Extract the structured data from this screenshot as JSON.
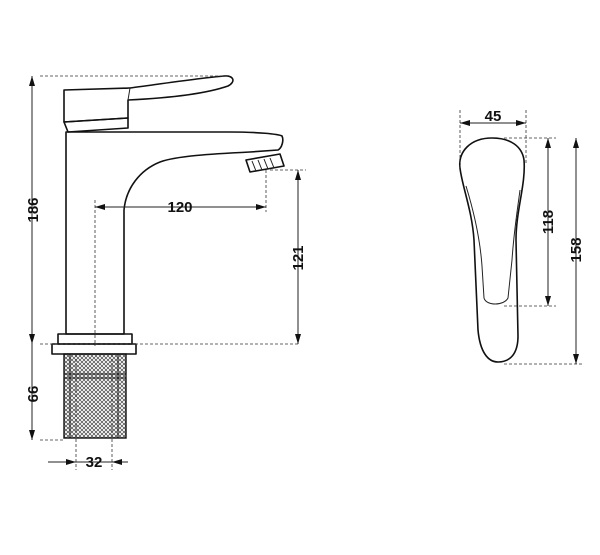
{
  "drawing": {
    "dimensions": {
      "total_height": "186",
      "spout_reach": "120",
      "spout_height": "121",
      "base_height": "66",
      "base_diameter": "32",
      "side_width": "45",
      "handle_length": "118",
      "side_height": "158"
    }
  }
}
